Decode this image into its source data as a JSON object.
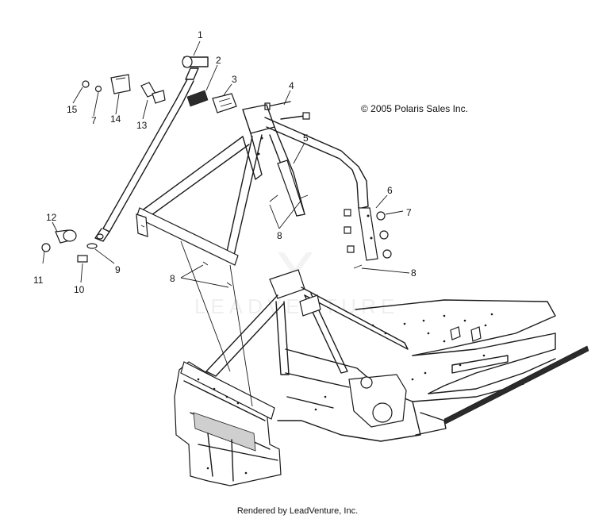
{
  "copyright": "© 2005 Polaris Sales Inc.",
  "footer": "Rendered by LeadVenture, Inc.",
  "watermark": "LEADVENTURE",
  "callouts": {
    "c1": "1",
    "c2": "2",
    "c3": "3",
    "c4": "4",
    "c5": "5",
    "c6": "6",
    "c7a": "7",
    "c7b": "7",
    "c8a": "8",
    "c8b": "8",
    "c8c": "8",
    "c9": "9",
    "c10": "10",
    "c11": "11",
    "c12": "12",
    "c13": "13",
    "c14": "14",
    "c15": "15"
  }
}
